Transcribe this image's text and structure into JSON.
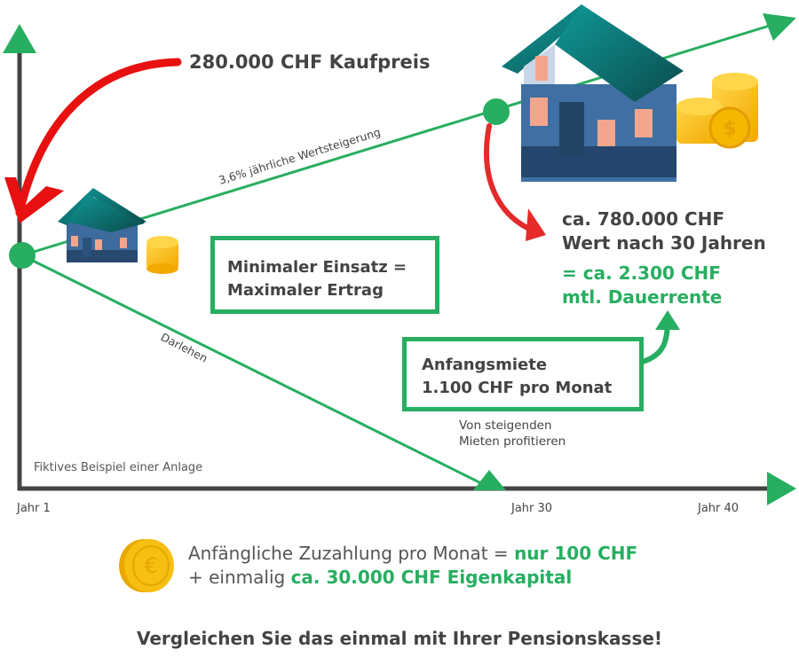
{
  "colors": {
    "green": "#27ae60",
    "red": "#e81010",
    "axis": "#444444",
    "text_dark": "#434343",
    "text_mid": "#555555"
  },
  "purchase": {
    "label": "280.000 CHF Kaufpreis"
  },
  "lines": {
    "growth_label": "3,6% jährliche Wertsteigerung",
    "loan_label": "Darlehen"
  },
  "value_after": {
    "line1": "ca. 780.000 CHF",
    "line2": "Wert nach 30 Jahren",
    "pension_line1": "= ca. 2.300 CHF",
    "pension_line2": "mtl. Dauerrente"
  },
  "box_min": {
    "line1": "Minimaler Einsatz =",
    "line2": "Maximaler Ertrag"
  },
  "box_rent": {
    "line1": "Anfangsmiete",
    "line2": "1.100 CHF pro Monat"
  },
  "rent_note": {
    "line1": "Von steigenden",
    "line2": "Mieten profitieren"
  },
  "disclaimer": "Fiktives Beispiel einer Anlage",
  "axis": {
    "x_labels": [
      "Jahr 1",
      "Jahr 30",
      "Jahr 40"
    ]
  },
  "payment": {
    "prefix": "Anfängliche Zuzahlung pro Monat = ",
    "monthly": "nur 100 CHF",
    "once_prefix": "+ einmalig ",
    "equity": "ca. 30.000 CHF Eigenkapital"
  },
  "footer": "Vergleichen Sie das einmal mit Ihrer Pensionskasse!",
  "icons": {
    "small_house": "house-icon",
    "large_house": "house-icon",
    "coins": "coin-stack-icon",
    "euro_coin": "euro-coin-icon"
  }
}
